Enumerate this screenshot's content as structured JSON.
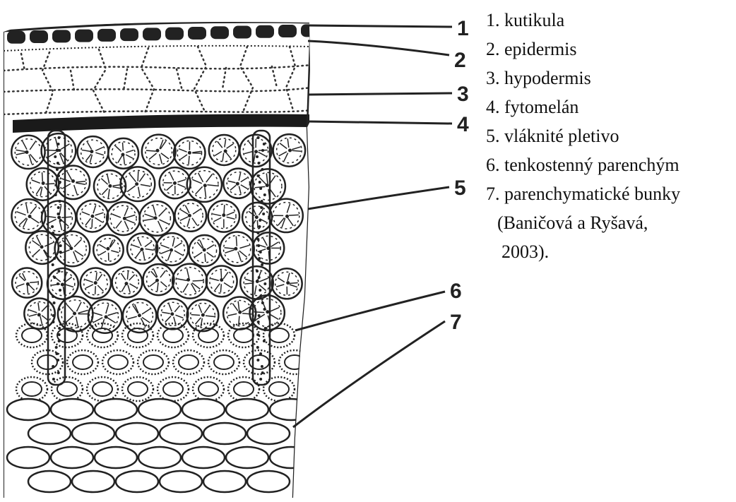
{
  "callouts": [
    "1",
    "2",
    "3",
    "4",
    "5",
    "6",
    "7"
  ],
  "legend": [
    {
      "num": "1.",
      "label": "kutikula"
    },
    {
      "num": "2.",
      "label": "epidermis"
    },
    {
      "num": "3.",
      "label": "hypodermis"
    },
    {
      "num": "4.",
      "label": "fytomelán"
    },
    {
      "num": "5.",
      "label": "vláknité pletivo"
    },
    {
      "num": "6.",
      "label": "tenkostenný parenchým"
    },
    {
      "num": "7.",
      "label": "parenchymatické  bunky"
    }
  ],
  "citation": {
    "line1": "(Baničová a Ryšavá,",
    "line2": "2003)."
  },
  "colors": {
    "ink": "#222222",
    "background": "#ffffff"
  }
}
